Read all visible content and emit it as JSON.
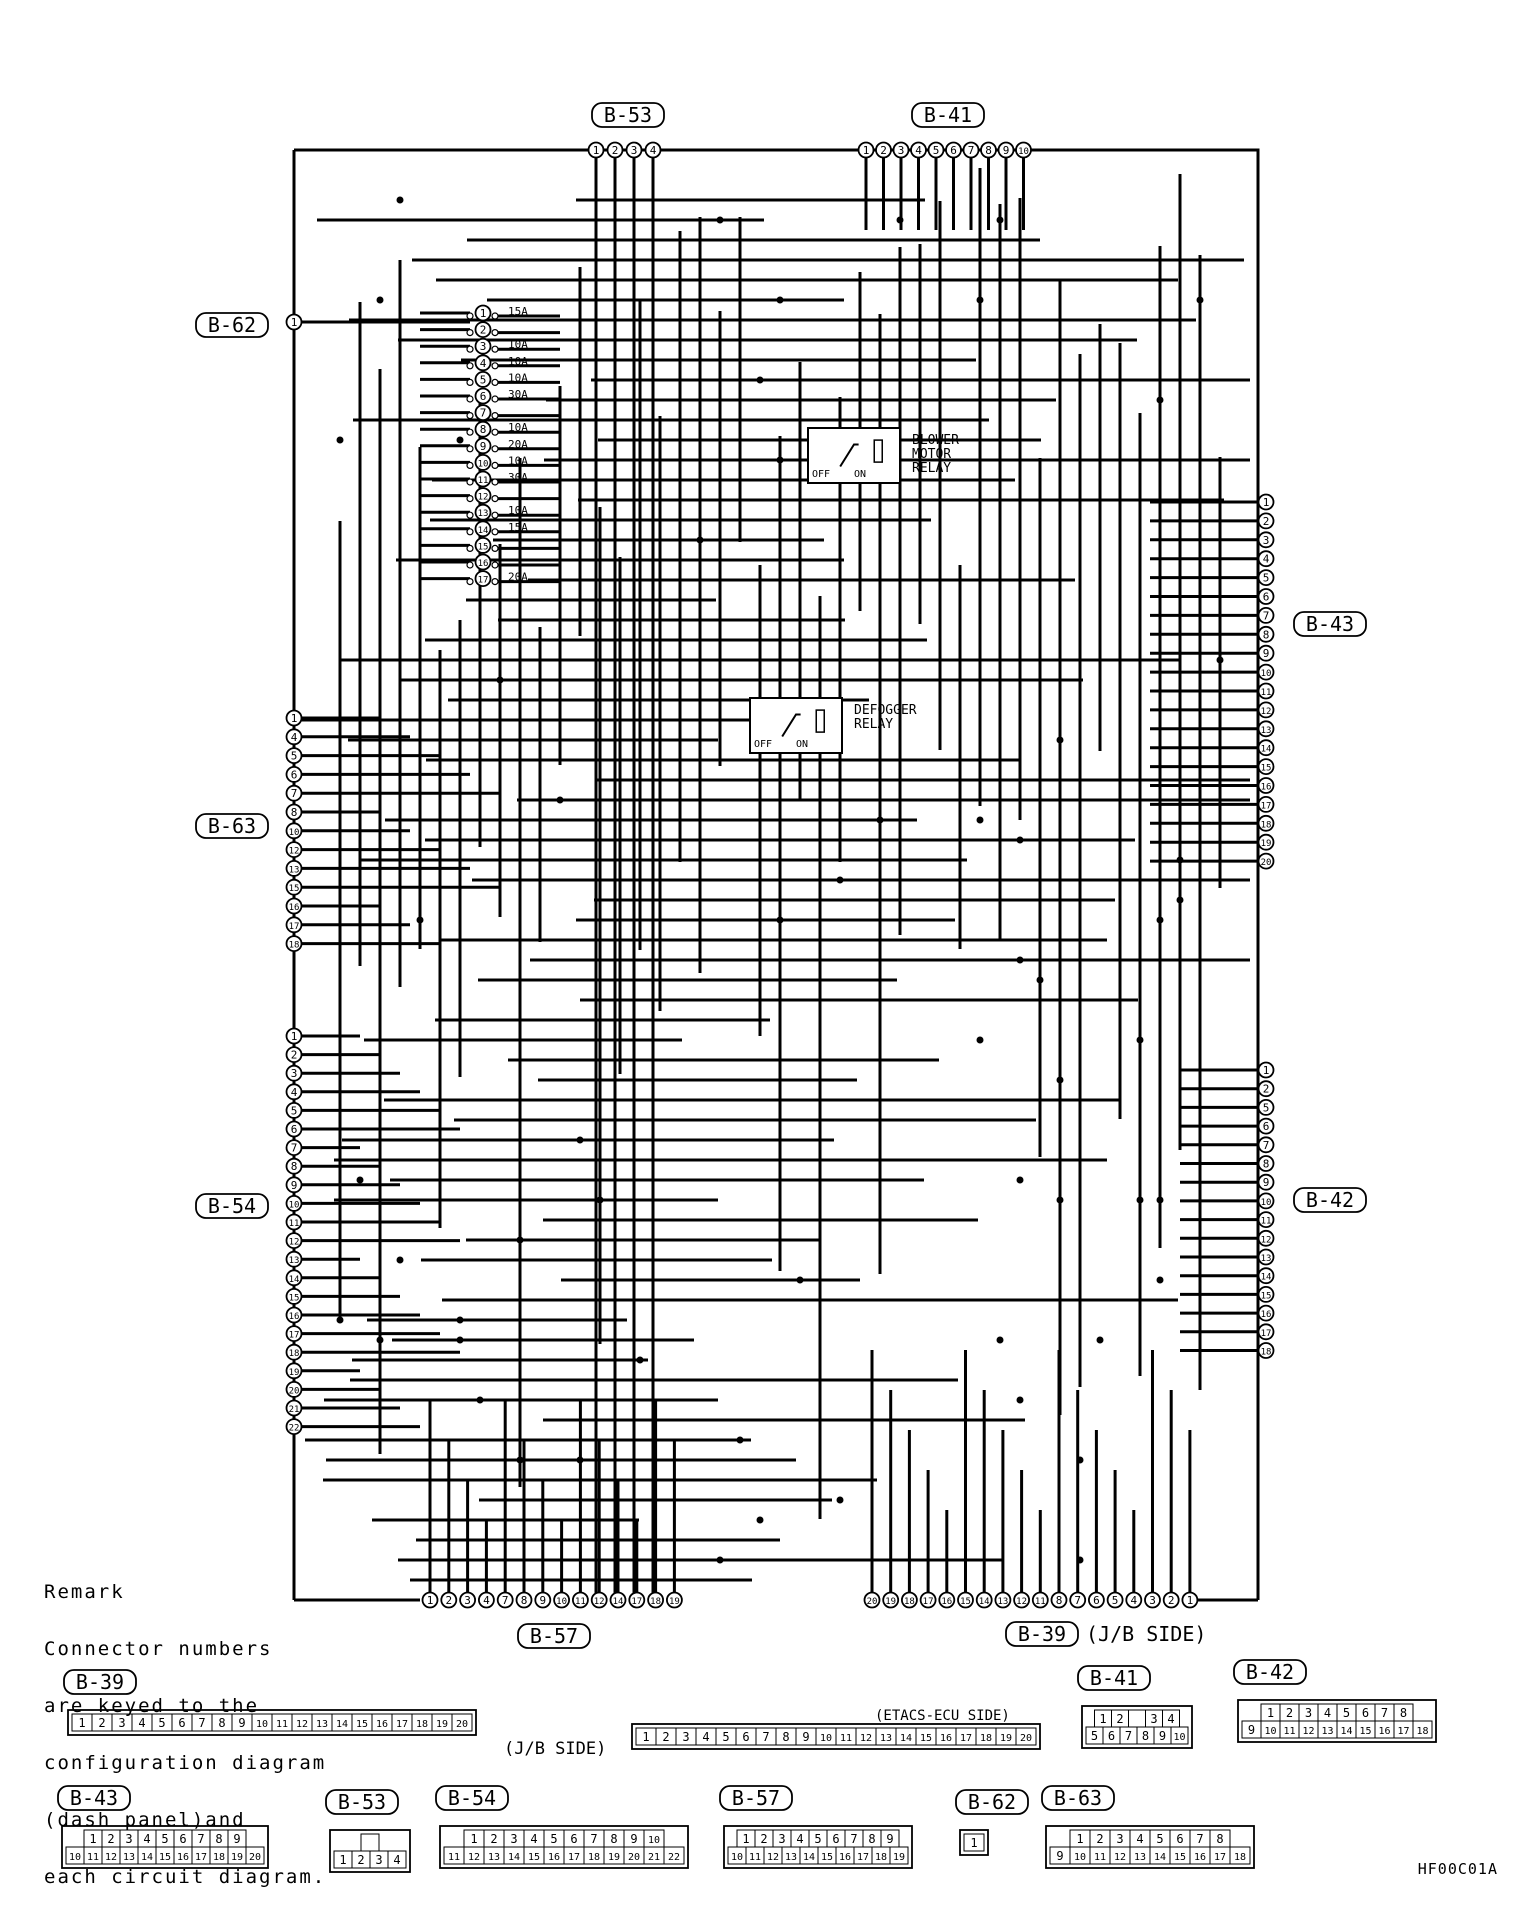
{
  "connectors": {
    "b53": "B-53",
    "b41": "B-41",
    "b62": "B-62",
    "b63": "B-63",
    "b54": "B-54",
    "b57": "B-57",
    "b39": "B-39",
    "b43": "B-43",
    "b42": "B-42"
  },
  "jb_side": "(J/B SIDE)",
  "etacs_side": "(ETACS-ECU SIDE)",
  "relays": {
    "blower": [
      "BLOWER",
      "MOTOR",
      "RELAY"
    ],
    "defogger": [
      "DEFOGGER",
      "RELAY"
    ],
    "off": "OFF",
    "on": "ON"
  },
  "fuses": [
    {
      "n": "1",
      "a": "15A"
    },
    {
      "n": "2",
      "a": ""
    },
    {
      "n": "3",
      "a": "10A"
    },
    {
      "n": "4",
      "a": "10A"
    },
    {
      "n": "5",
      "a": "10A"
    },
    {
      "n": "6",
      "a": "30A"
    },
    {
      "n": "7",
      "a": ""
    },
    {
      "n": "8",
      "a": "10A"
    },
    {
      "n": "9",
      "a": "20A"
    },
    {
      "n": "10",
      "a": "10A"
    },
    {
      "n": "11",
      "a": "30A"
    },
    {
      "n": "12",
      "a": ""
    },
    {
      "n": "13",
      "a": "10A"
    },
    {
      "n": "14",
      "a": "15A"
    },
    {
      "n": "15",
      "a": ""
    },
    {
      "n": "16",
      "a": ""
    },
    {
      "n": "17",
      "a": "20A"
    }
  ],
  "pins": {
    "b53": [
      "1",
      "2",
      "3",
      "4"
    ],
    "b41": [
      "1",
      "2",
      "3",
      "4",
      "5",
      "6",
      "7",
      "8",
      "9",
      "10"
    ],
    "b62": [
      "1"
    ],
    "b63": [
      "1",
      "4",
      "5",
      "6",
      "7",
      "8",
      "10",
      "12",
      "13",
      "15",
      "16",
      "17",
      "18"
    ],
    "b54": [
      "1",
      "2",
      "3",
      "4",
      "5",
      "6",
      "7",
      "8",
      "9",
      "10",
      "11",
      "12",
      "13",
      "14",
      "15",
      "16",
      "17",
      "18",
      "19",
      "20",
      "21",
      "22"
    ],
    "b43": [
      "1",
      "2",
      "3",
      "4",
      "5",
      "6",
      "7",
      "8",
      "9",
      "10",
      "11",
      "12",
      "13",
      "14",
      "15",
      "16",
      "17",
      "18",
      "19",
      "20"
    ],
    "b42": [
      "1",
      "2",
      "5",
      "6",
      "7",
      "8",
      "9",
      "10",
      "11",
      "12",
      "13",
      "14",
      "15",
      "16",
      "17",
      "18"
    ],
    "b57": [
      "1",
      "2",
      "3",
      "4",
      "7",
      "8",
      "9",
      "10",
      "11",
      "12",
      "14",
      "17",
      "18",
      "19"
    ],
    "b39": [
      "20",
      "19",
      "18",
      "17",
      "16",
      "15",
      "14",
      "13",
      "12",
      "11",
      "8",
      "7",
      "6",
      "5",
      "4",
      "3",
      "2",
      "1"
    ]
  },
  "remark": [
    "Remark",
    "Connector numbers",
    "are keyed to the",
    "configuration diagram",
    "(dash panel)and",
    "each circuit diagram."
  ],
  "faces": {
    "b39_jb": [
      [
        "1",
        "2",
        "3",
        "4",
        "5",
        "6",
        "7",
        "8",
        "9",
        "10",
        "11",
        "12",
        "13",
        "14",
        "15",
        "16",
        "17",
        "18",
        "19",
        "20"
      ]
    ],
    "b39_etacs": [
      [
        "1",
        "2",
        "3",
        "4",
        "5",
        "6",
        "7",
        "8",
        "9",
        "10",
        "11",
        "12",
        "13",
        "14",
        "15",
        "16",
        "17",
        "18",
        "19",
        "20"
      ]
    ],
    "b41": [
      [
        "1",
        "2",
        "",
        "3",
        "4"
      ],
      [
        "5",
        "6",
        "7",
        "8",
        "9",
        "10"
      ]
    ],
    "b42": [
      [
        "1",
        "2",
        "3",
        "4",
        "5",
        "6",
        "7",
        "8"
      ],
      [
        "9",
        "10",
        "11",
        "12",
        "13",
        "14",
        "15",
        "16",
        "17",
        "18"
      ]
    ],
    "b43": [
      [
        "1",
        "2",
        "3",
        "4",
        "5",
        "6",
        "7",
        "8",
        "9"
      ],
      [
        "10",
        "11",
        "12",
        "13",
        "14",
        "15",
        "16",
        "17",
        "18",
        "19",
        "20"
      ]
    ],
    "b53": [
      [
        ""
      ],
      [
        "1",
        "2",
        "3",
        "4"
      ]
    ],
    "b54": [
      [
        "1",
        "2",
        "3",
        "4",
        "5",
        "6",
        "7",
        "8",
        "9",
        "10"
      ],
      [
        "11",
        "12",
        "13",
        "14",
        "15",
        "16",
        "17",
        "18",
        "19",
        "20",
        "21",
        "22"
      ]
    ],
    "b57": [
      [
        "1",
        "2",
        "3",
        "4",
        "5",
        "6",
        "7",
        "8",
        "9"
      ],
      [
        "10",
        "11",
        "12",
        "13",
        "14",
        "15",
        "16",
        "17",
        "18",
        "19"
      ]
    ],
    "b62": [
      [
        "1"
      ]
    ],
    "b63": [
      [
        "1",
        "2",
        "3",
        "4",
        "5",
        "6",
        "7",
        "8"
      ],
      [
        "9",
        "10",
        "11",
        "12",
        "13",
        "14",
        "15",
        "16",
        "17",
        "18"
      ]
    ]
  },
  "figure_id": "HF00C01A"
}
